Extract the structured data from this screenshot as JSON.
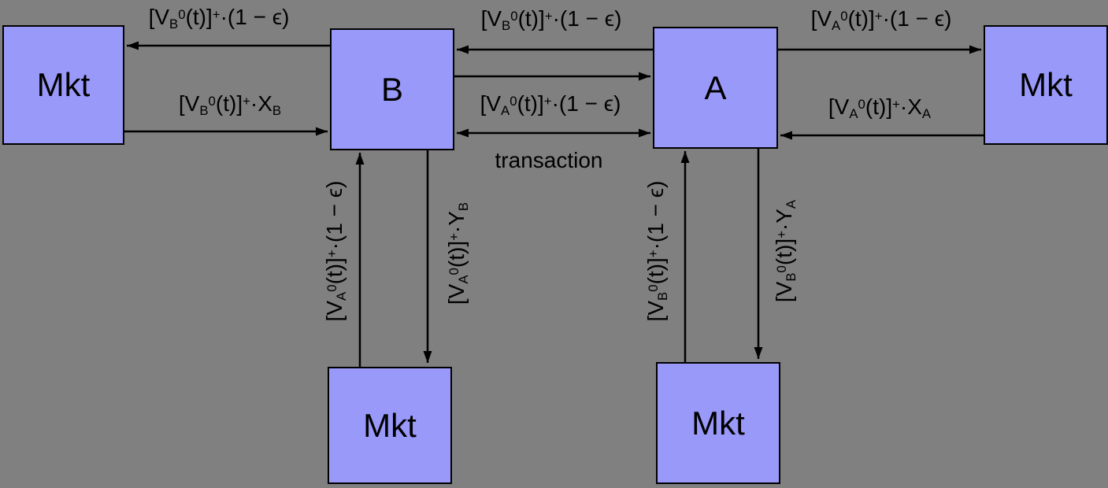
{
  "colors": {
    "background": "#808080",
    "node_fill": "#9999fa",
    "node_border": "#000000",
    "arrow": "#000000",
    "text": "#000000"
  },
  "nodes": {
    "mkt_left": {
      "label": "Mkt"
    },
    "b": {
      "label": "B"
    },
    "a": {
      "label": "A"
    },
    "mkt_right": {
      "label": "Mkt"
    },
    "mkt_bottom_left": {
      "label": "Mkt"
    },
    "mkt_bottom_right": {
      "label": "Mkt"
    }
  },
  "labels": {
    "top_left": [
      {
        "t": "[V"
      },
      {
        "t": "B",
        "m": "sub"
      },
      {
        "t": "0",
        "m": "sup"
      },
      {
        "t": "(t)]"
      },
      {
        "t": "+",
        "m": "sup"
      },
      {
        "t": "·(1 − ϵ)"
      }
    ],
    "mid_left": [
      {
        "t": "[V"
      },
      {
        "t": "B",
        "m": "sub"
      },
      {
        "t": "0",
        "m": "sup"
      },
      {
        "t": "(t)]"
      },
      {
        "t": "+",
        "m": "sup"
      },
      {
        "t": "·X"
      },
      {
        "t": "B",
        "m": "sub"
      }
    ],
    "top_center": [
      {
        "t": "[V"
      },
      {
        "t": "B",
        "m": "sub"
      },
      {
        "t": "0",
        "m": "sup"
      },
      {
        "t": "(t)]"
      },
      {
        "t": "+",
        "m": "sup"
      },
      {
        "t": "·(1 − ϵ)"
      }
    ],
    "mid_center": [
      {
        "t": "[V"
      },
      {
        "t": "A",
        "m": "sub"
      },
      {
        "t": "0",
        "m": "sup"
      },
      {
        "t": "(t)]"
      },
      {
        "t": "+",
        "m": "sup"
      },
      {
        "t": "·(1 − ϵ)"
      }
    ],
    "transaction": "transaction",
    "top_right": [
      {
        "t": "[V"
      },
      {
        "t": "A",
        "m": "sub"
      },
      {
        "t": "0",
        "m": "sup"
      },
      {
        "t": "(t)]"
      },
      {
        "t": "+",
        "m": "sup"
      },
      {
        "t": "·(1 − ϵ)"
      }
    ],
    "mid_right": [
      {
        "t": "[V"
      },
      {
        "t": "A",
        "m": "sub"
      },
      {
        "t": "0",
        "m": "sup"
      },
      {
        "t": "(t)]"
      },
      {
        "t": "+",
        "m": "sup"
      },
      {
        "t": "·X"
      },
      {
        "t": "A",
        "m": "sub"
      }
    ],
    "vert_left_up": [
      {
        "t": "[V"
      },
      {
        "t": "A",
        "m": "sub"
      },
      {
        "t": "0",
        "m": "sup"
      },
      {
        "t": "(t)]"
      },
      {
        "t": "+",
        "m": "sup"
      },
      {
        "t": "·(1 − ϵ)"
      }
    ],
    "vert_left_down": [
      {
        "t": "[V"
      },
      {
        "t": "A",
        "m": "sub"
      },
      {
        "t": "0",
        "m": "sup"
      },
      {
        "t": "(t)]"
      },
      {
        "t": "+",
        "m": "sup"
      },
      {
        "t": "·Y"
      },
      {
        "t": "B",
        "m": "sub"
      }
    ],
    "vert_right_up": [
      {
        "t": "[V"
      },
      {
        "t": "B",
        "m": "sub"
      },
      {
        "t": "0",
        "m": "sup"
      },
      {
        "t": "(t)]"
      },
      {
        "t": "+",
        "m": "sup"
      },
      {
        "t": "·(1 − ϵ)"
      }
    ],
    "vert_right_down": [
      {
        "t": "[V"
      },
      {
        "t": "B",
        "m": "sub"
      },
      {
        "t": "0",
        "m": "sup"
      },
      {
        "t": "(t)]"
      },
      {
        "t": "+",
        "m": "sup"
      },
      {
        "t": "·Y"
      },
      {
        "t": "A",
        "m": "sub"
      }
    ]
  }
}
